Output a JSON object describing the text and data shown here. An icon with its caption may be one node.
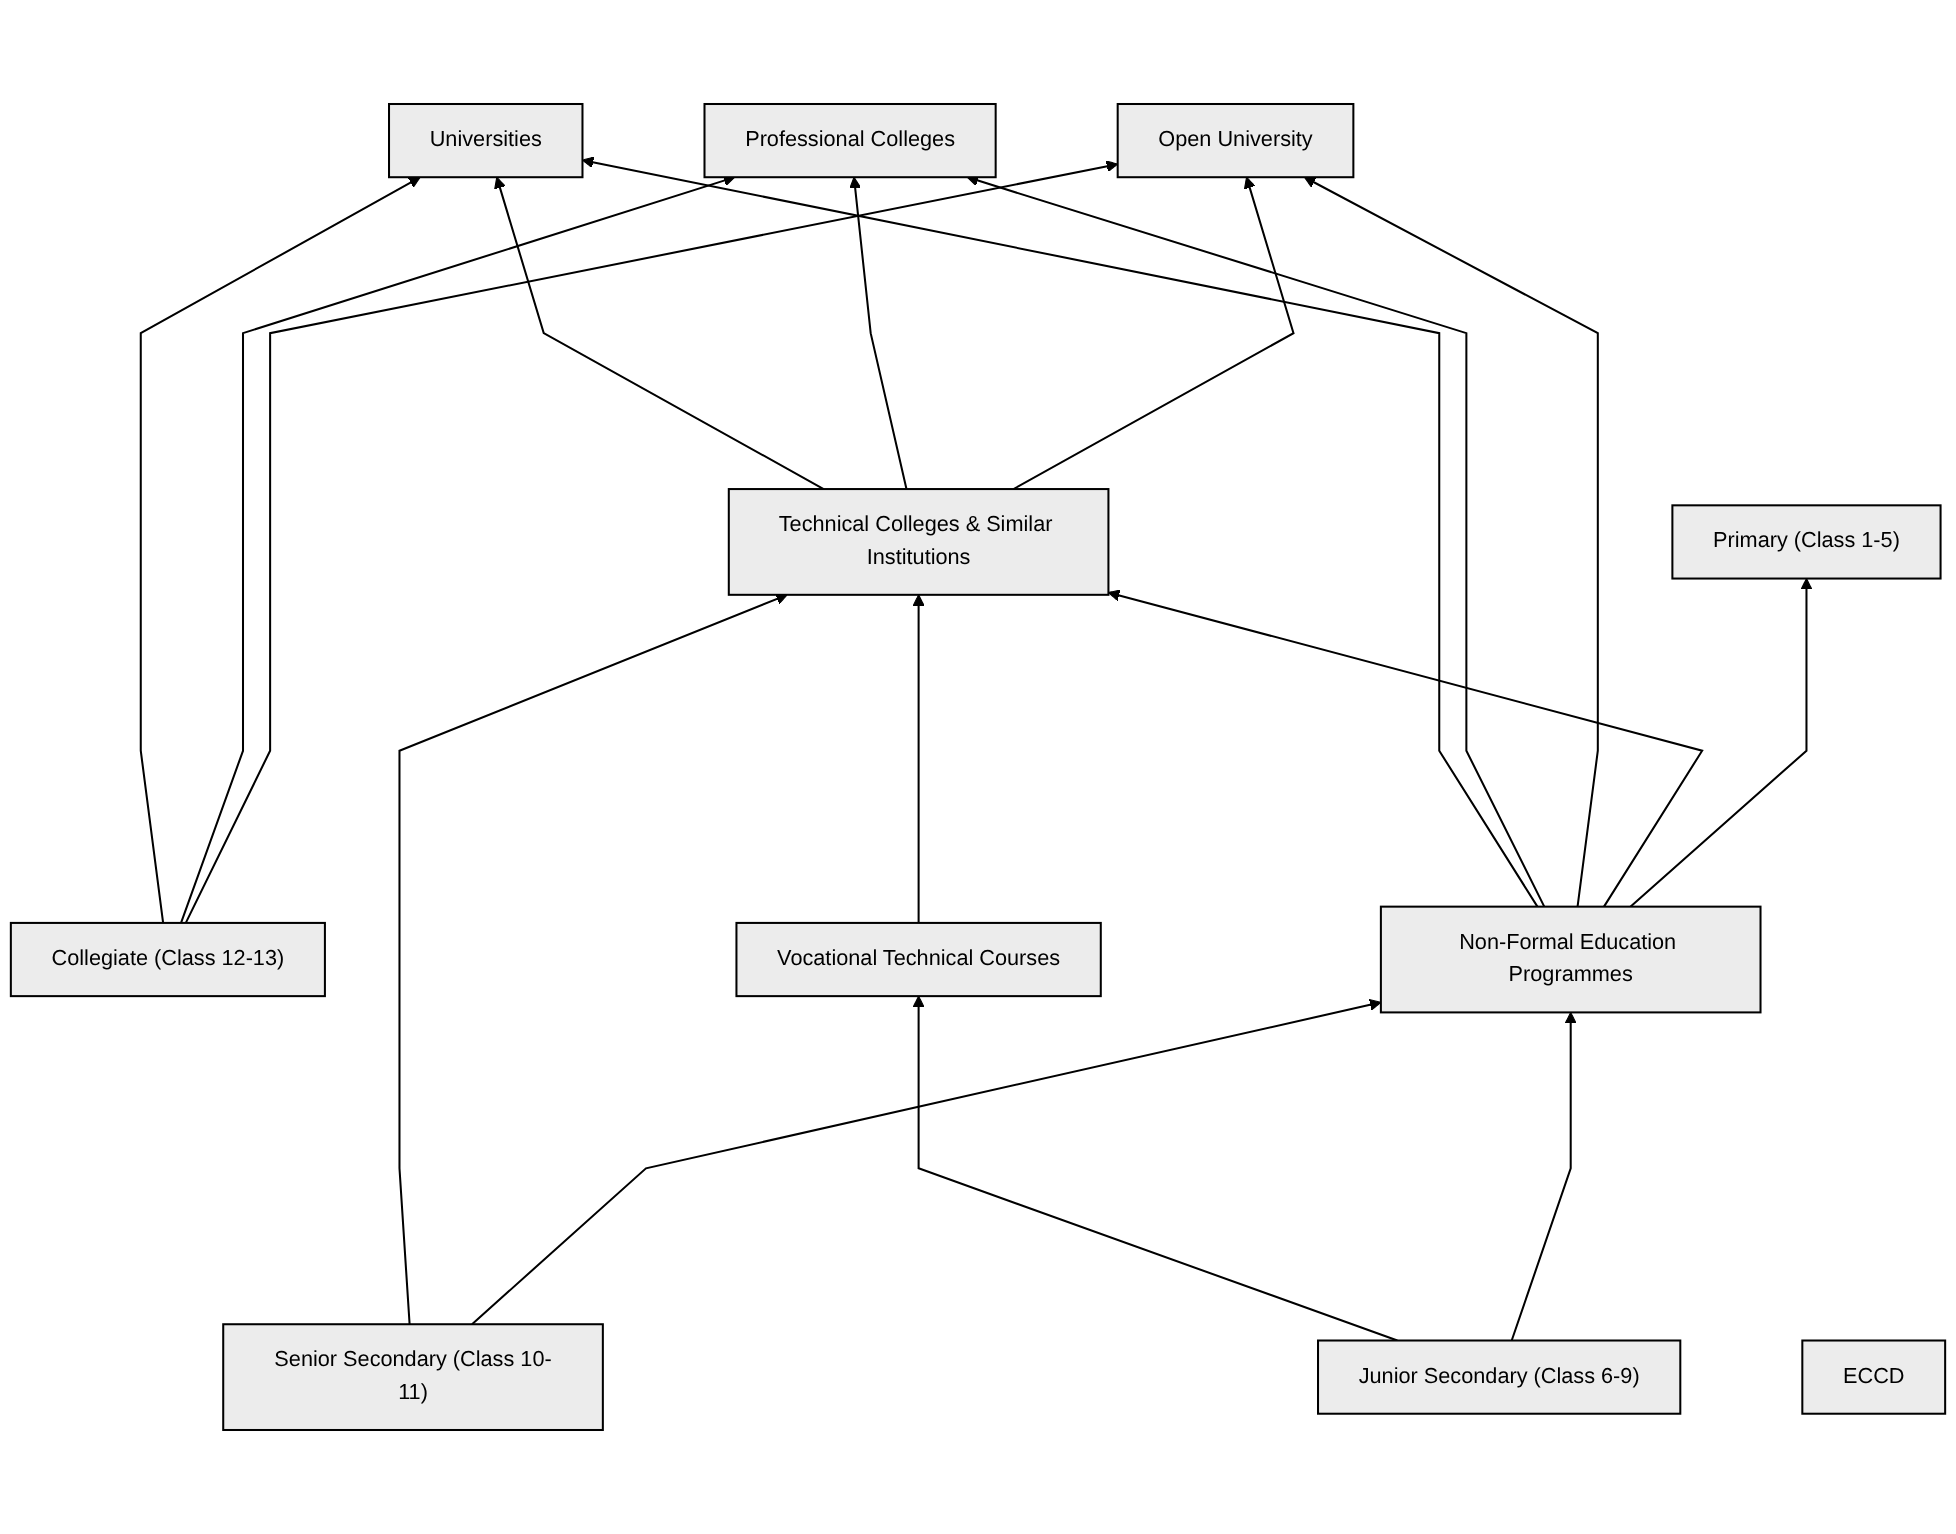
{
  "diagram": {
    "nodes": [
      {
        "text": [
          "Universities"
        ]
      },
      {
        "text": [
          "Professional Colleges"
        ]
      },
      {
        "text": [
          "Open University"
        ]
      },
      {
        "text": [
          "Technical Colleges & Similar Institutions"
        ]
      },
      {
        "text": [
          "Vocational Technical Courses"
        ]
      },
      {
        "text": [
          "Collegiate (Class 12-13)"
        ]
      },
      {
        "text": [
          "Senior Secondary (Class 10-11)"
        ]
      },
      {
        "text": [
          "Non-Formal Education Programmes"
        ]
      },
      {
        "text": [
          "Junior Secondary (Class 6-9)"
        ]
      },
      {
        "text": [
          "Primary (Class 1-5)"
        ]
      },
      {
        "text": [
          "ECCD"
        ]
      }
    ],
    "edges": [
      {
        "from": 5,
        "to": 0,
        "arrow": "to"
      },
      {
        "from": 5,
        "to": 1,
        "arrow": "to"
      },
      {
        "from": 5,
        "to": 2,
        "arrow": "to"
      },
      {
        "from": 3,
        "to": 0,
        "arrow": "to"
      },
      {
        "from": 3,
        "to": 1,
        "arrow": "to"
      },
      {
        "from": 3,
        "to": 2,
        "arrow": "to"
      },
      {
        "from": 7,
        "to": 0,
        "arrow": "to"
      },
      {
        "from": 7,
        "to": 1,
        "arrow": "to"
      },
      {
        "from": 7,
        "to": 2,
        "arrow": "to"
      },
      {
        "from": 7,
        "to": 3,
        "arrow": "to"
      },
      {
        "from": 4,
        "to": 3,
        "arrow": "to"
      },
      {
        "from": 6,
        "to": 3,
        "arrow": "to"
      },
      {
        "from": 6,
        "to": 7,
        "arrow": "to"
      },
      {
        "from": 8,
        "to": 4,
        "arrow": "to"
      },
      {
        "from": 8,
        "to": 7,
        "arrow": "to"
      },
      {
        "from": 7,
        "to": 9,
        "arrow": "to"
      }
    ]
  }
}
